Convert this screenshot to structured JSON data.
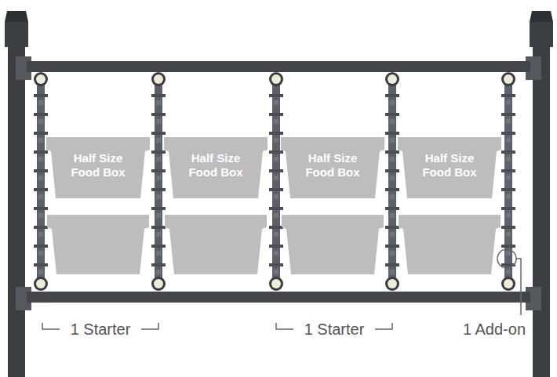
{
  "diagram": {
    "nodes": [
      {
        "text": [
          "Half Size Food Box"
        ]
      },
      {
        "text": [
          "Half Size Food Box"
        ]
      },
      {
        "text": [
          "Half Size Food Box"
        ]
      },
      {
        "text": [
          "Half Size Food Box"
        ]
      }
    ],
    "labels": [
      "1 Starter",
      "1 Starter",
      "1 Add-on"
    ]
  }
}
